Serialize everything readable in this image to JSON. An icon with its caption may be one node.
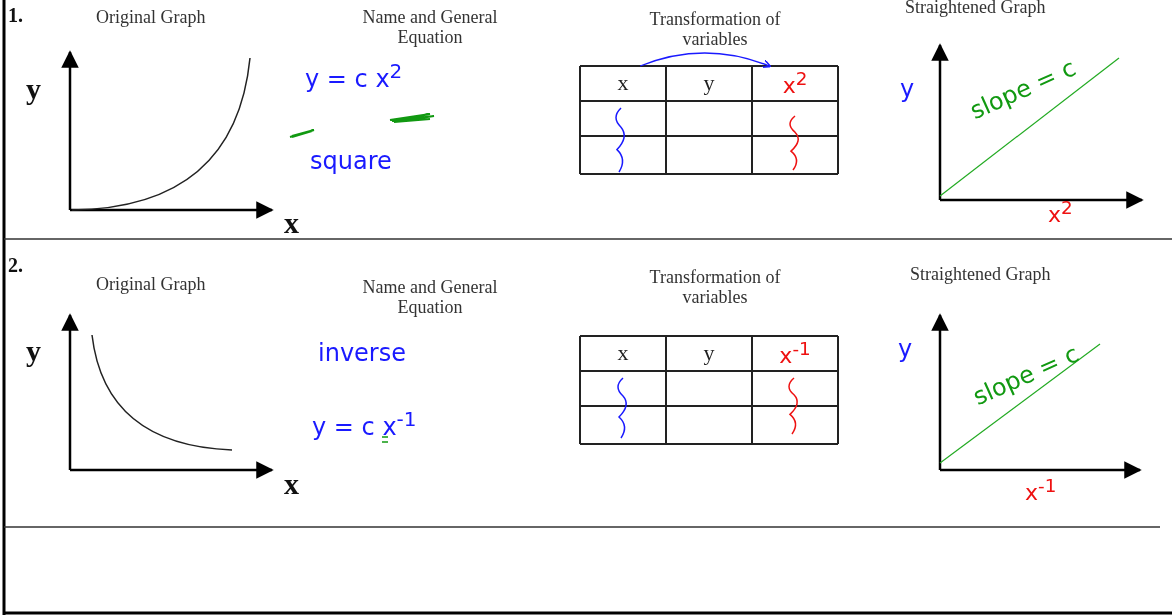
{
  "diagram": {
    "nodes": [
      {
        "text": [
          "x"
        ]
      },
      {
        "text": [
          "x$^{2}$"
        ]
      }
    ],
    "edges": [
      {
        "from": 0,
        "to": 1,
        "arrow": "to",
        "color": "#1a1aff"
      }
    ],
    "labels": [
      "1.",
      "Original Graph",
      "Name and General Equation",
      "Transformation of variables",
      "Straightened Graph",
      "y",
      "y = c x$^{2}$",
      "y",
      "y",
      "slope = c",
      "square",
      "x",
      "x$^{2}$",
      "2.",
      "Original Graph",
      "Name and General Equation",
      "Transformation of variables",
      "Straightened Graph",
      "y",
      "inverse",
      "x",
      "y",
      "x$^{-1}$",
      "y",
      "slope = c",
      "y = c x$^{-1}$",
      "x",
      "x$^{-1}$"
    ]
  }
}
